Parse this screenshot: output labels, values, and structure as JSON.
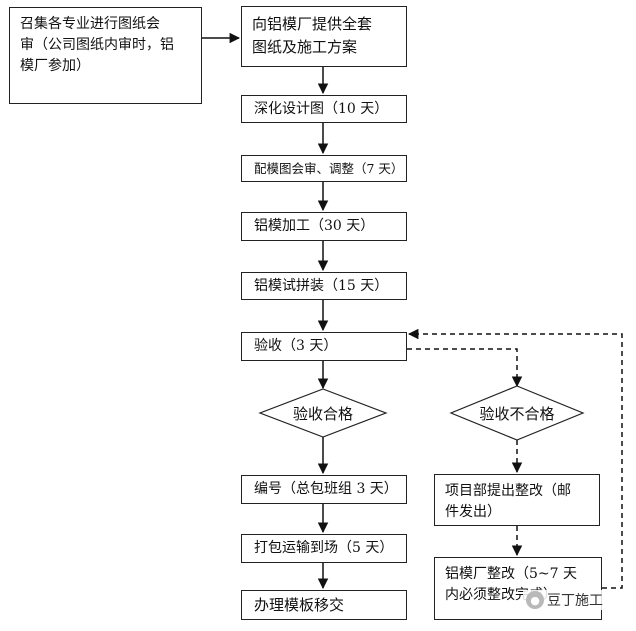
{
  "nodes": {
    "review_meeting": [
      "召集各专业进行图纸会",
      "审（公司图纸内审时，铝",
      "模厂参加）"
    ],
    "provide_drawings": [
      "向铝模厂提供全套",
      "图纸及施工方案"
    ],
    "deepen_design": "深化设计图（10 天）",
    "mold_review": "配模图会审、调整（7 天）",
    "processing": "铝模加工（30 天）",
    "trial_assembly": "铝模试拼装（15 天）",
    "acceptance": "验收（3 天）",
    "pass": "验收合格",
    "fail": "验收不合格",
    "numbering": "编号（总包班组 3 天）",
    "packing": "打包运输到场（5 天）",
    "handover": "办理模板移交",
    "rectify_request": [
      "项目部提出整改（邮",
      "件发出）"
    ],
    "factory_rectify": [
      "铝模厂整改（5~7 天",
      "内必须整改完成）"
    ]
  },
  "watermark": {
    "text": "豆丁施工",
    "icon": "wechat-logo-icon"
  }
}
